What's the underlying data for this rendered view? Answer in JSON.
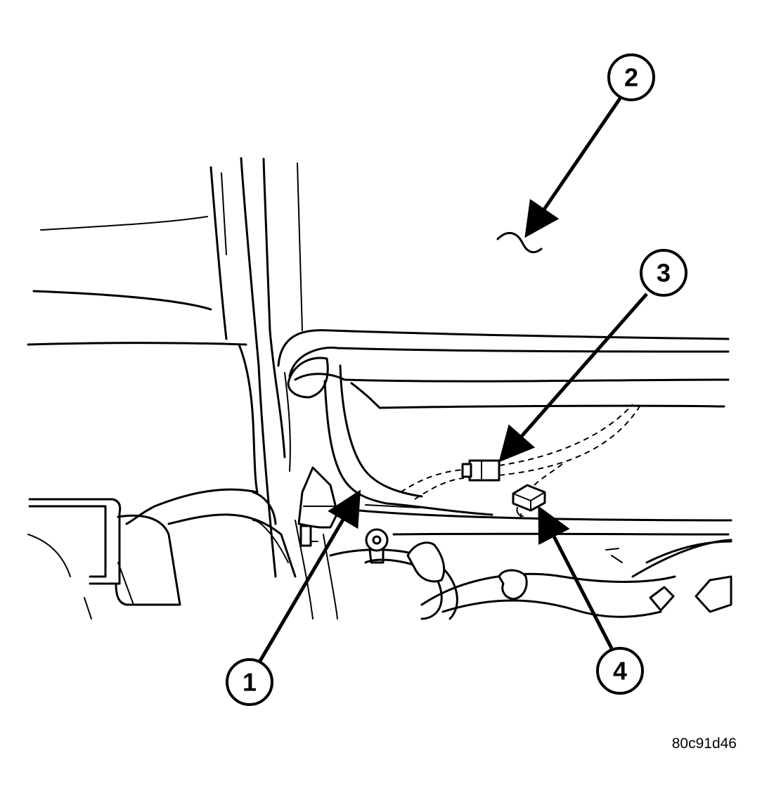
{
  "figure": {
    "code": "80c91d46"
  },
  "callouts": [
    {
      "id": "1",
      "label": "1"
    },
    {
      "id": "2",
      "label": "2"
    },
    {
      "id": "3",
      "label": "3"
    },
    {
      "id": "4",
      "label": "4"
    }
  ]
}
